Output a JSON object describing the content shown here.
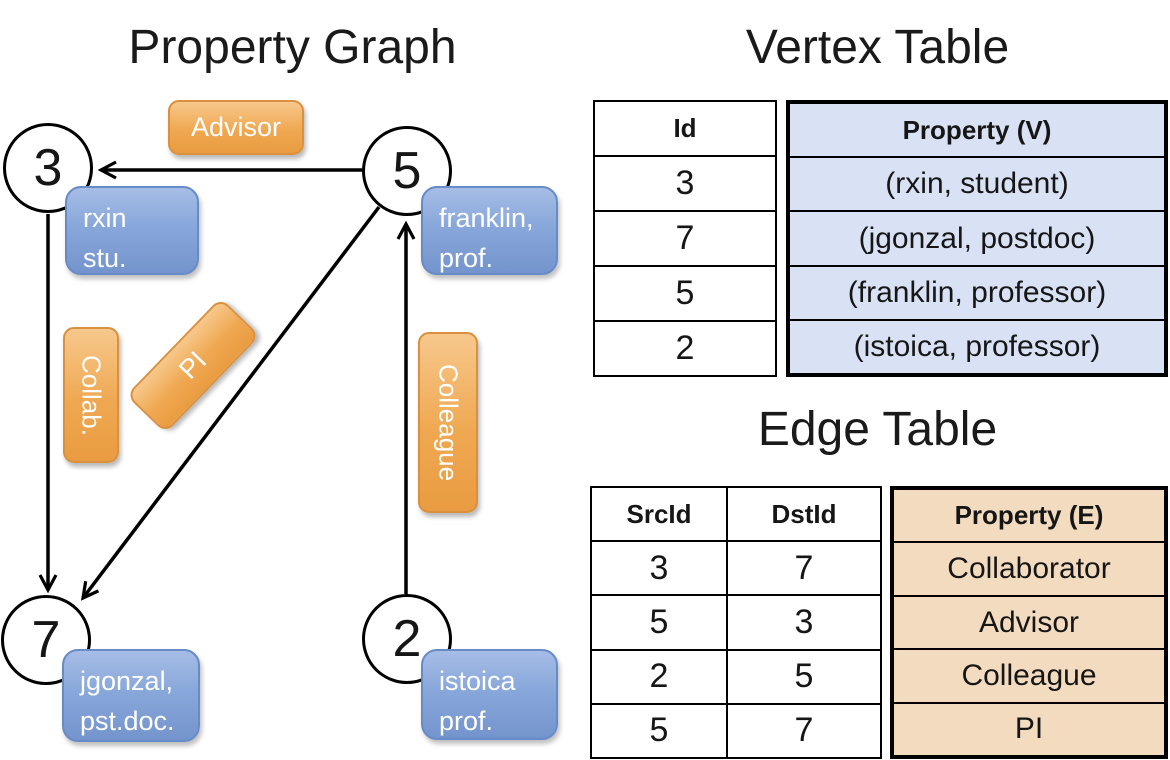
{
  "graph": {
    "title": "Property Graph",
    "nodes": [
      {
        "id": "3",
        "label_lines": [
          "rxin",
          "stu."
        ]
      },
      {
        "id": "5",
        "label_lines": [
          "franklin,",
          "prof."
        ]
      },
      {
        "id": "7",
        "label_lines": [
          "jgonzal,",
          "pst.doc."
        ]
      },
      {
        "id": "2",
        "label_lines": [
          "istoica",
          "prof."
        ]
      }
    ],
    "edge_labels": {
      "advisor": "Advisor",
      "collab": "Collab.",
      "pi": "PI",
      "colleague": "Colleague"
    }
  },
  "vertex_table": {
    "title": "Vertex Table",
    "id_header": "Id",
    "property_header": "Property (V)",
    "rows": [
      {
        "id": "3",
        "property": "(rxin, student)"
      },
      {
        "id": "7",
        "property": "(jgonzal, postdoc)"
      },
      {
        "id": "5",
        "property": "(franklin, professor)"
      },
      {
        "id": "2",
        "property": "(istoica, professor)"
      }
    ]
  },
  "edge_table": {
    "title": "Edge Table",
    "src_header": "SrcId",
    "dst_header": "DstId",
    "property_header": "Property (E)",
    "rows": [
      {
        "src": "3",
        "dst": "7",
        "property": "Collaborator"
      },
      {
        "src": "5",
        "dst": "3",
        "property": "Advisor"
      },
      {
        "src": "2",
        "dst": "5",
        "property": "Colleague"
      },
      {
        "src": "5",
        "dst": "7",
        "property": "PI"
      }
    ]
  },
  "colors": {
    "vertex_property_cell": "#d8e2f4",
    "edge_property_cell": "#f3dbc0",
    "edge_label_orange": "#efa851",
    "vertex_label_blue": "#88a7da",
    "line_black": "#000000"
  }
}
